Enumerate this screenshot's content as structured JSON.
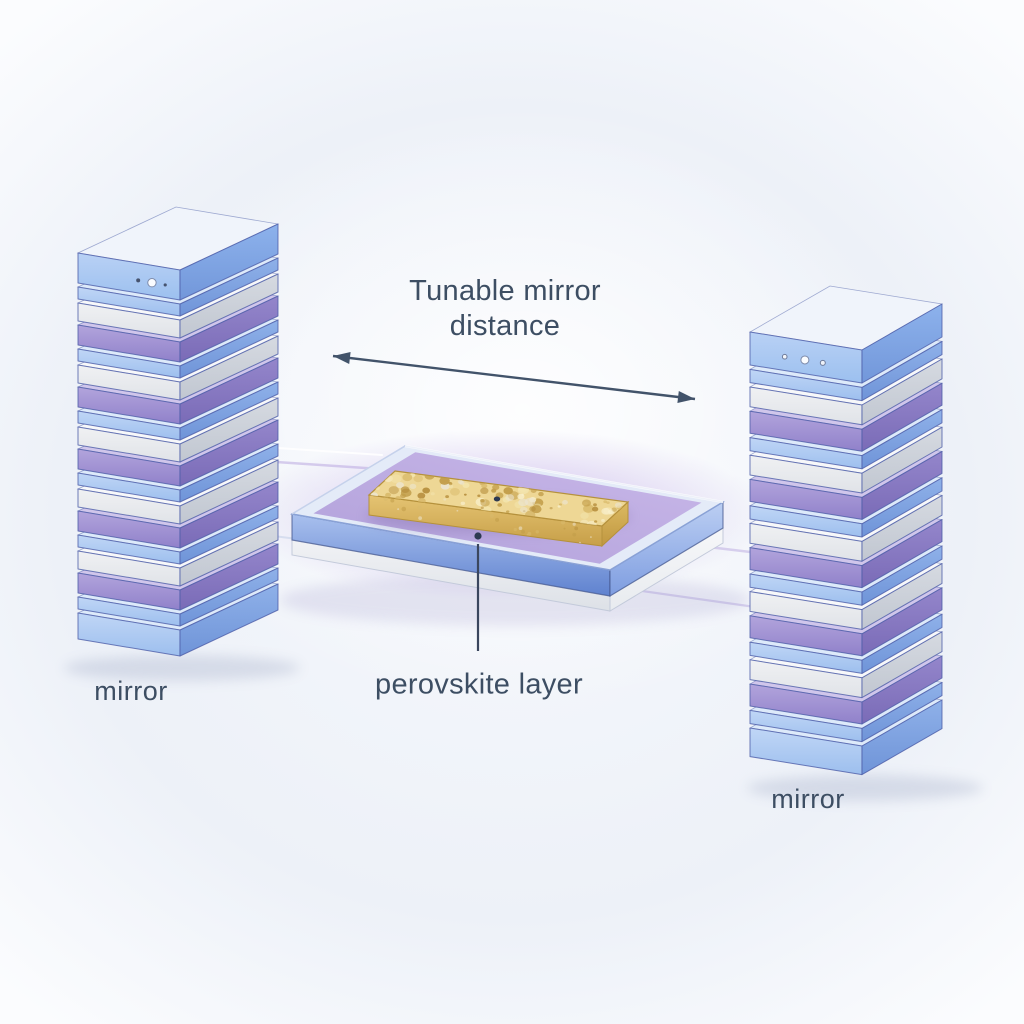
{
  "labels": {
    "tunable_line1": "Tunable mirror",
    "tunable_line2": "distance",
    "perovskite": "perovskite layer",
    "mirror_left": "mirror",
    "mirror_right": "mirror"
  },
  "arrow": {
    "style": "double-headed"
  },
  "colors": {
    "background": "#f1f5fa",
    "text": "#3d4e63",
    "arrow": "#42536a",
    "outline": "#4c5da8",
    "dot": "#2e3a52",
    "glow": "#b49be2",
    "layers": {
      "blueTop": {
        "front": [
          "#b9d1f5",
          "#9cc0ef"
        ],
        "side": [
          "#8db2ec",
          "#7297da"
        ],
        "top": "#f0f4fb"
      },
      "blue": {
        "front": [
          "#c0d6f6",
          "#9dbfee"
        ],
        "side": [
          "#8fb1e9",
          "#6f94d8"
        ],
        "top": "#ddeafa"
      },
      "white": {
        "front": [
          "#f0f1f3",
          "#e0e3e8"
        ],
        "side": [
          "#d6dae1",
          "#c1c7d1"
        ],
        "top": "#f7f8fa"
      },
      "purple": {
        "front": [
          "#b2a4dc",
          "#9081ca"
        ],
        "side": [
          "#9486cb",
          "#7a6bb7"
        ],
        "top": "#d0c6eb"
      }
    },
    "glass": {
      "front": [
        "#a9c0ee",
        "#5f82cf"
      ],
      "side": [
        "#bccff3",
        "#7e9de0"
      ],
      "rim": "#e4ebf8",
      "surface": [
        "#b1a0da",
        "#c9b8e9"
      ],
      "base_front": [
        "#f1f2f5",
        "#dde1e7"
      ],
      "base_side": [
        "#f6f7f9",
        "#e8ebef"
      ]
    },
    "gold": {
      "top": "#eed795",
      "front": [
        "#e5c473",
        "#c79f48"
      ],
      "side": [
        "#dcba62",
        "#c09740"
      ],
      "edge": "#b5913c",
      "speckles": [
        "#f8efcb",
        "#f3e5ae",
        "#d9ba6b",
        "#c19c48",
        "#ece5d1",
        "#b78f3e"
      ]
    }
  },
  "stacks": {
    "left": {
      "label": "mirror",
      "layers": [
        {
          "c": "blueTop",
          "t": 30
        },
        {
          "c": "blue",
          "t": 12
        },
        {
          "c": "white",
          "t": 18
        },
        {
          "c": "purple",
          "t": 20
        },
        {
          "c": "blue",
          "t": 12
        },
        {
          "c": "white",
          "t": 18
        },
        {
          "c": "purple",
          "t": 20
        },
        {
          "c": "blue",
          "t": 12
        },
        {
          "c": "white",
          "t": 18
        },
        {
          "c": "purple",
          "t": 20
        },
        {
          "c": "blue",
          "t": 12
        },
        {
          "c": "white",
          "t": 18
        },
        {
          "c": "purple",
          "t": 20
        },
        {
          "c": "blue",
          "t": 12
        },
        {
          "c": "white",
          "t": 18
        },
        {
          "c": "purple",
          "t": 20
        },
        {
          "c": "blue",
          "t": 12
        },
        {
          "c": "blue",
          "t": 26
        }
      ]
    },
    "right": {
      "label": "mirror",
      "layers": [
        {
          "c": "blueTop",
          "t": 30
        },
        {
          "c": "blue",
          "t": 12
        },
        {
          "c": "white",
          "t": 18
        },
        {
          "c": "purple",
          "t": 20
        },
        {
          "c": "blue",
          "t": 12
        },
        {
          "c": "white",
          "t": 18
        },
        {
          "c": "purple",
          "t": 20
        },
        {
          "c": "blue",
          "t": 12
        },
        {
          "c": "white",
          "t": 18
        },
        {
          "c": "purple",
          "t": 20
        },
        {
          "c": "blue",
          "t": 12
        },
        {
          "c": "white",
          "t": 18
        },
        {
          "c": "purple",
          "t": 20
        },
        {
          "c": "blue",
          "t": 12
        },
        {
          "c": "white",
          "t": 18
        },
        {
          "c": "purple",
          "t": 20
        },
        {
          "c": "blue",
          "t": 12
        },
        {
          "c": "blue",
          "t": 26
        }
      ]
    }
  },
  "sample": {
    "film_texture": "gold-crystalline",
    "surface_dot": true,
    "pointer_dot": true
  }
}
